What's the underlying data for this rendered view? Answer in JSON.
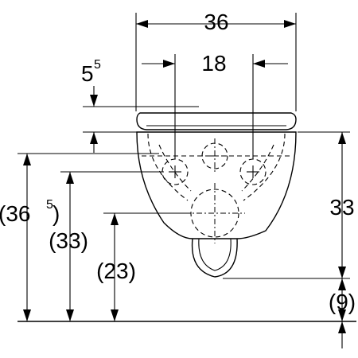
{
  "dimensions": {
    "overall_width": "36",
    "connection_spacing": "18",
    "seat_height_main": "5",
    "seat_height_sup": "5",
    "bowl_height": "33",
    "floor_offset": "(9)",
    "height_total_main": "(36",
    "height_total_sup": "5",
    "height_total_close": ")",
    "height_fixing": "(33)",
    "height_drain": "(23)"
  }
}
